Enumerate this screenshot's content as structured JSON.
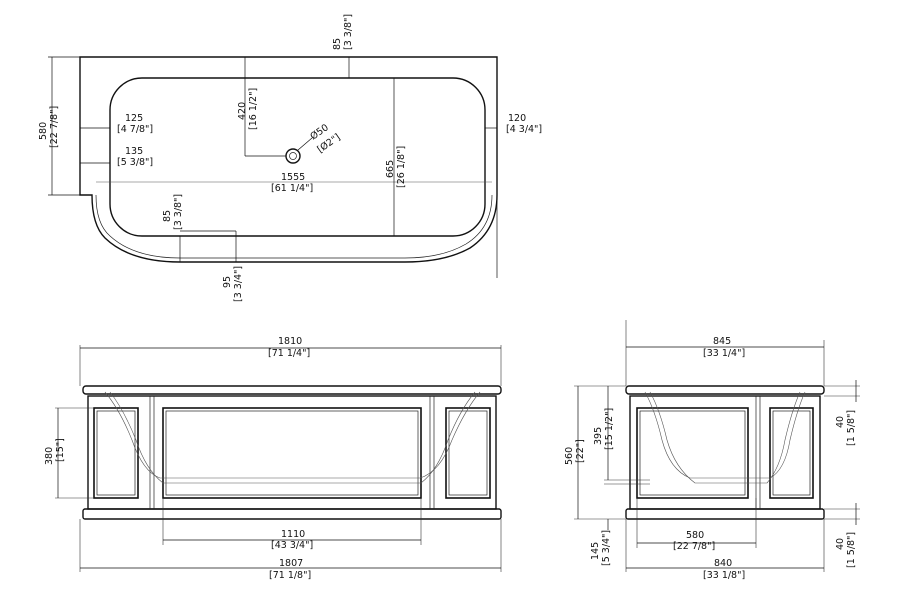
{
  "top_view": {
    "depth_edge": "85",
    "depth_edge_in": "[3 3/8\"]",
    "half_depth": "420",
    "half_depth_in": "[16 1/2\"]",
    "drain_dia": "Ø50",
    "drain_dia_in": "[Ø2\"]",
    "inner_length": "1555",
    "inner_length_in": "[61 1/4\"]",
    "inner_width": "665",
    "inner_width_in": "[26 1/8\"]",
    "right_rim": "120",
    "right_rim_in": "[4 3/4\"]",
    "left_rim_a": "125",
    "left_rim_a_in": "[4 7/8\"]",
    "left_rim_b": "135",
    "left_rim_b_in": "[5 3/8\"]",
    "overall_depth": "580",
    "overall_depth_in": "[22 7/8\"]",
    "front_rim": "85",
    "front_rim_in": "[3 3/8\"]",
    "front_offset": "95",
    "front_offset_in": "[3 3/4\"]"
  },
  "front_view": {
    "top_width": "1810",
    "top_width_in": "[71 1/4\"]",
    "panel_height": "380",
    "panel_height_in": "[15\"]",
    "inner_bottom": "1110",
    "inner_bottom_in": "[43 3/4\"]",
    "base_width": "1807",
    "base_width_in": "[71 1/8\"]"
  },
  "side_view": {
    "top_width": "845",
    "top_width_in": "[33 1/4\"]",
    "overall_height": "560",
    "overall_height_in": "[22\"]",
    "tub_depth": "395",
    "tub_depth_in": "[15 1/2\"]",
    "top_trim": "40",
    "top_trim_in": "[1 5/8\"]",
    "bottom_trim": "40",
    "bottom_trim_in": "[1 5/8\"]",
    "floor_height": "145",
    "floor_height_in": "[5 3/4\"]",
    "inner_bottom": "580",
    "inner_bottom_in": "[22 7/8\"]",
    "base_width": "840",
    "base_width_in": "[33 1/8\"]"
  }
}
